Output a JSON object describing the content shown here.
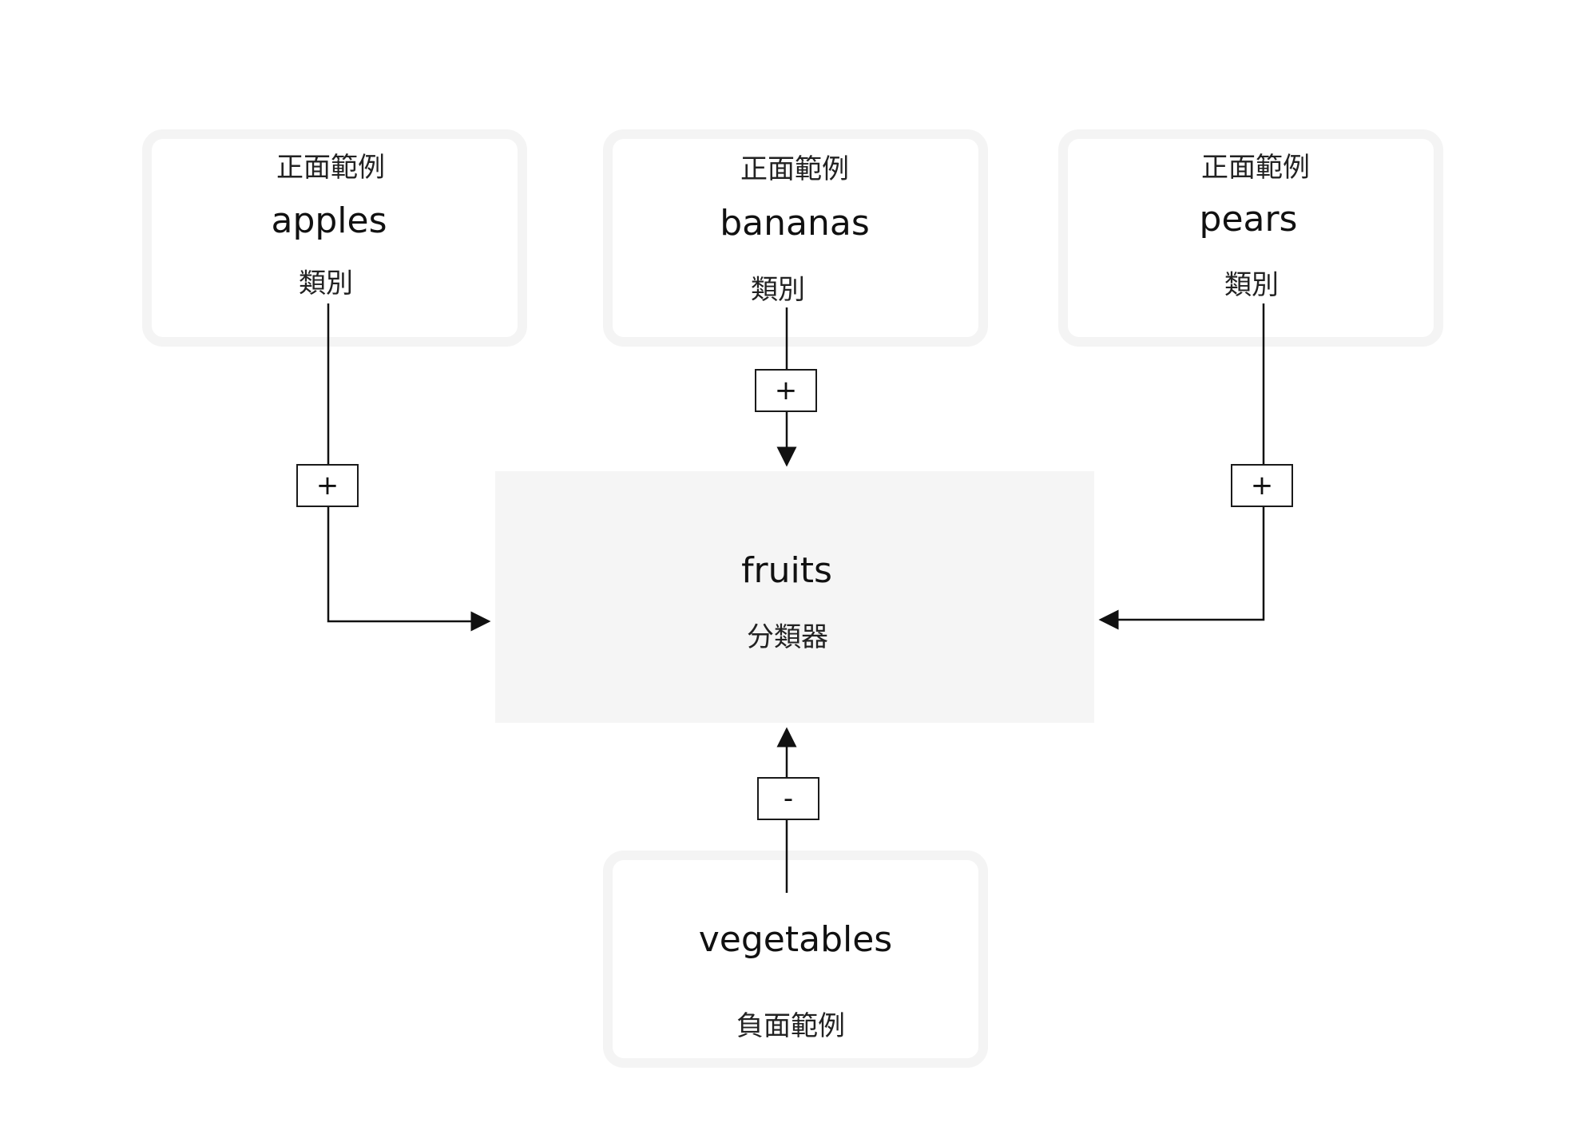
{
  "diagram": {
    "positives": [
      {
        "header": "正面範例",
        "name": "apples",
        "role": "類別",
        "sign": "+"
      },
      {
        "header": "正面範例",
        "name": "bananas",
        "role": "類別",
        "sign": "+"
      },
      {
        "header": "正面範例",
        "name": "pears",
        "role": "類別",
        "sign": "+"
      }
    ],
    "classifier": {
      "name": "fruits",
      "role": "分類器"
    },
    "negative": {
      "name": "vegetables",
      "role": "負面範例",
      "sign": "-"
    }
  }
}
